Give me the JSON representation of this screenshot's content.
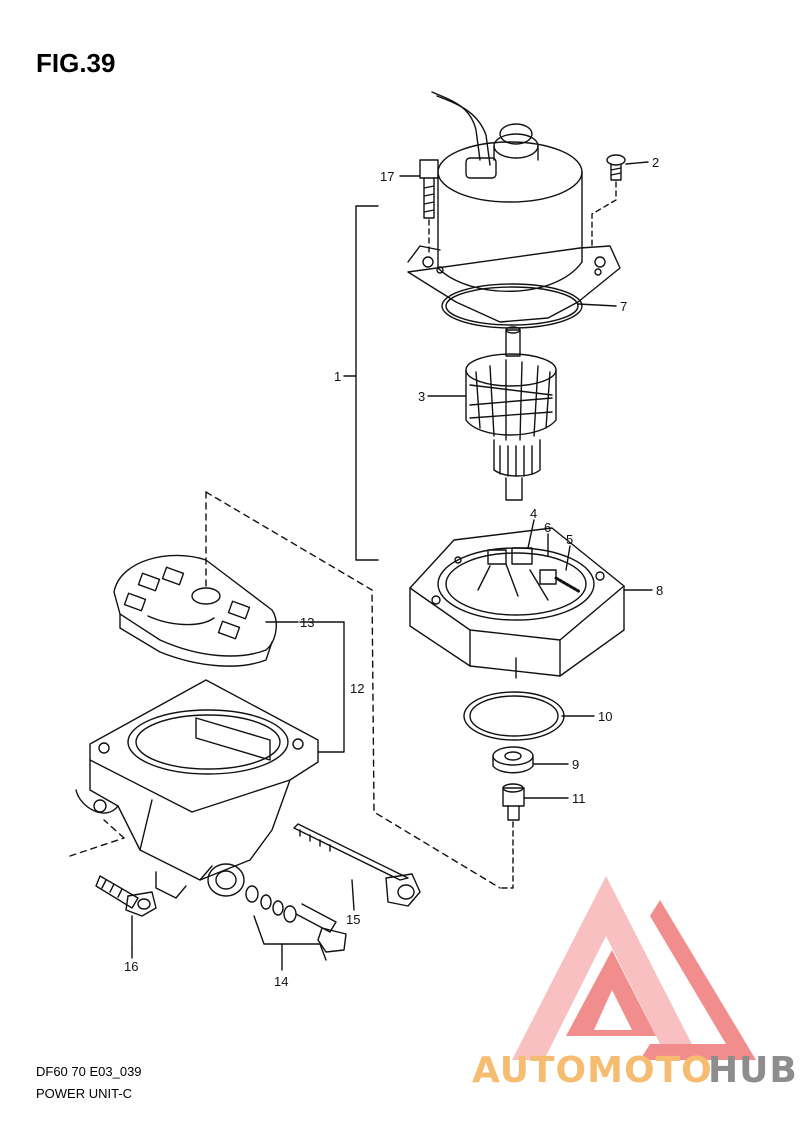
{
  "figure": {
    "title": "FIG.39",
    "code": "DF60 70 E03_039",
    "subtitle": "POWER UNIT-C"
  },
  "callouts": [
    {
      "id": "17",
      "label": "17"
    },
    {
      "id": "2",
      "label": "2"
    },
    {
      "id": "7",
      "label": "7"
    },
    {
      "id": "1",
      "label": "1"
    },
    {
      "id": "3",
      "label": "3"
    },
    {
      "id": "4",
      "label": "4"
    },
    {
      "id": "6",
      "label": "6"
    },
    {
      "id": "5",
      "label": "5"
    },
    {
      "id": "8",
      "label": "8"
    },
    {
      "id": "13",
      "label": "13"
    },
    {
      "id": "12",
      "label": "12"
    },
    {
      "id": "10",
      "label": "10"
    },
    {
      "id": "9",
      "label": "9"
    },
    {
      "id": "11",
      "label": "11"
    },
    {
      "id": "15",
      "label": "15"
    },
    {
      "id": "16",
      "label": "16"
    },
    {
      "id": "14",
      "label": "14"
    }
  ],
  "watermark": {
    "text_a": "AUTOMOTO",
    "text_b": "HUB",
    "color_red": "#f07a7a",
    "color_orange": "#f5b25a",
    "color_gray": "#7a7a7a"
  }
}
